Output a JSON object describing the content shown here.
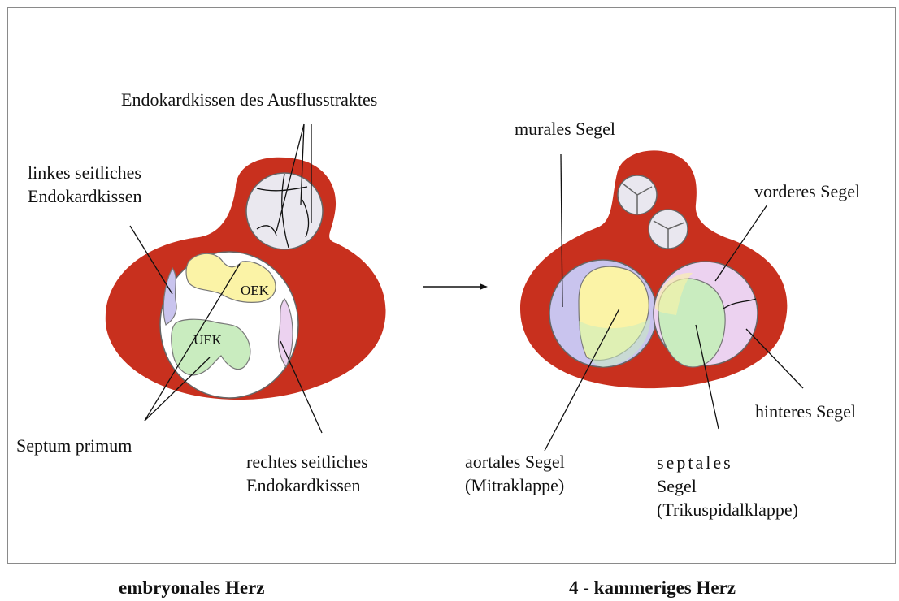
{
  "left_heart": {
    "caption": "embryonales Herz",
    "labels": {
      "outflow": "Endokardkissen des Ausflusstraktes",
      "left_lateral_1": "linkes seitliches",
      "left_lateral_2": "Endokardkissen",
      "septum": "Septum primum",
      "right_lateral_1": "rechtes seitliches",
      "right_lateral_2": "Endokardkissen",
      "oek": "OEK",
      "uek": "UEK"
    }
  },
  "right_heart": {
    "caption": "4 - kammeriges Herz",
    "labels": {
      "mural": "murales Segel",
      "anterior": "vorderes Segel",
      "posterior": "hinteres Segel",
      "aortal_1": "aortales Segel",
      "aortal_2": "(Mitraklappe)",
      "septal_1": "septales",
      "septal_2": "Segel",
      "septal_3": "(Trikuspidalklappe)"
    }
  },
  "colors": {
    "myocardium": "#c8301e",
    "yellow": "#fbf3a6",
    "green": "#c9ecbf",
    "violet": "#c9c4ee",
    "pink": "#ecd2f0",
    "valve": "#e9e7ef"
  }
}
